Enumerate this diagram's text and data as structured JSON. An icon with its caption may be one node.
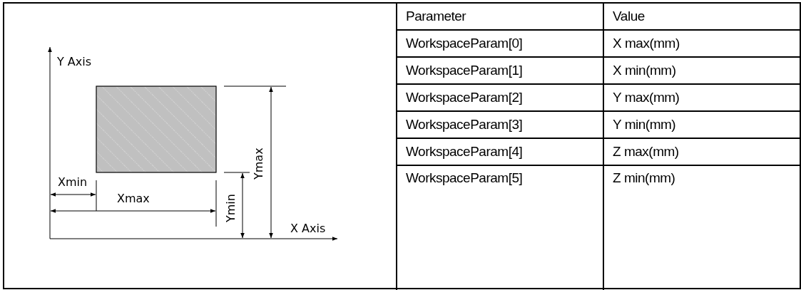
{
  "diagram": {
    "nodes": [
      {
        "text": [],
        "shape": "box"
      }
    ],
    "labels": [
      "Y Axis",
      "Xmin",
      "Xmax",
      "Ymin",
      "Ymax",
      "X Axis",
      "Parameter",
      "Value",
      "WorkspaceParam[0]",
      "X max(mm)",
      "WorkspaceParam[1]",
      "X min(mm)",
      "WorkspaceParam[2]",
      "Y max(mm)",
      "WorkspaceParam[3]",
      "Y min(mm)",
      "WorkspaceParam[4]",
      "Z max(mm)",
      "WorkspaceParam[5]",
      "Z min(mm)"
    ]
  }
}
